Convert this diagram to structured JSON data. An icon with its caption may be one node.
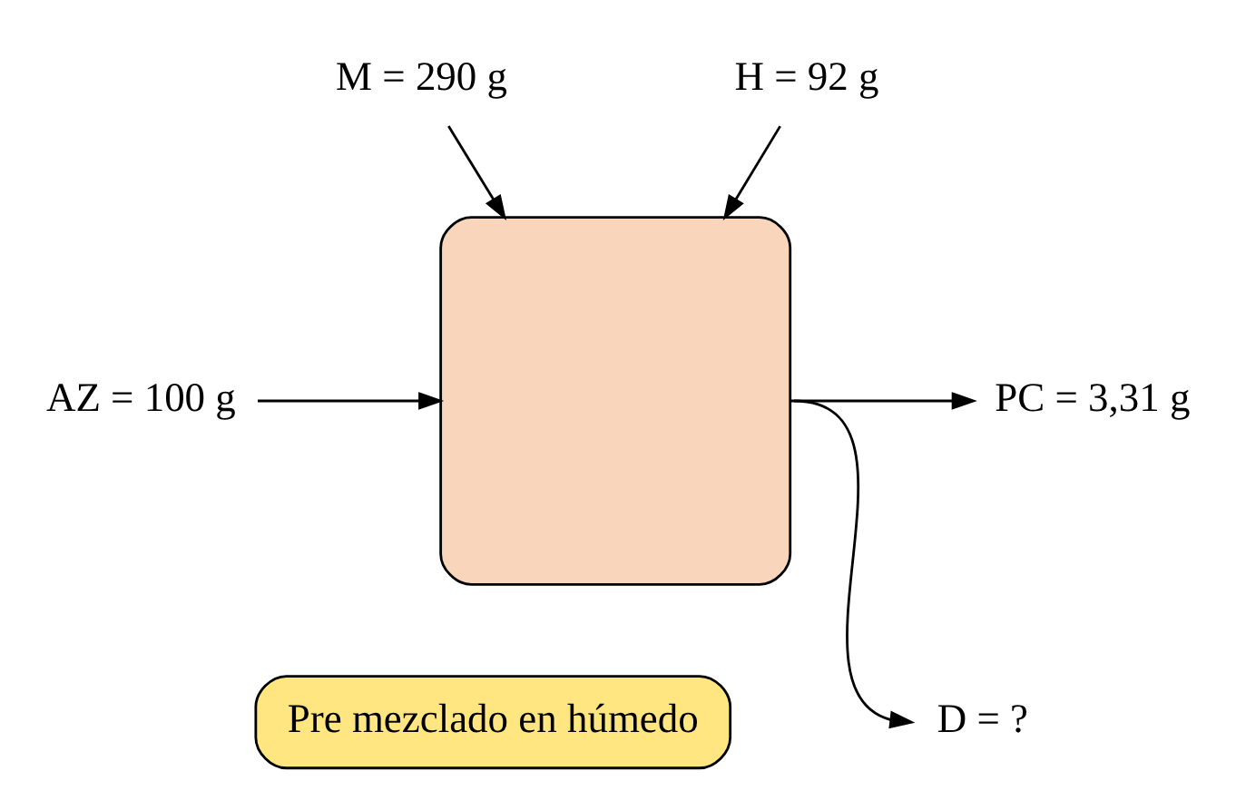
{
  "diagram": {
    "nodes": [
      {
        "text": [],
        "shape": "box"
      },
      {
        "text": [
          "M = 290 g"
        ]
      },
      {
        "text": [
          "H = 92 g"
        ]
      },
      {
        "text": [
          "AZ = 100 g"
        ]
      },
      {
        "text": [
          "PC = 3,31 g"
        ]
      },
      {
        "text": [
          "D = ?"
        ]
      },
      {
        "text": [
          "Pre mezclado en húmedo"
        ]
      }
    ],
    "edges": [
      {
        "from": 1,
        "to": 0,
        "arrow": "to"
      },
      {
        "from": 2,
        "to": 0,
        "arrow": "to"
      },
      {
        "from": 3,
        "to": 0,
        "arrow": "to"
      },
      {
        "from": 0,
        "to": 4,
        "arrow": "to"
      },
      {
        "from": 0,
        "to": 5,
        "arrow": "to"
      }
    ]
  }
}
